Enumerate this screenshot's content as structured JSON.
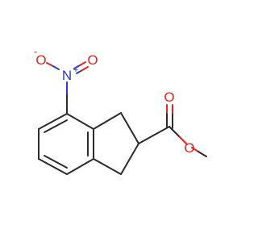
{
  "molecule": {
    "atoms": {
      "nitro_n": {
        "symbol": "N",
        "charge": "+",
        "color": "#2b3bd1"
      },
      "nitro_o_minus": {
        "symbol": "O",
        "charge": "-",
        "color": "#e8231f"
      },
      "nitro_o_double": {
        "symbol": "O",
        "color": "#e8231f"
      },
      "carbonyl_o": {
        "symbol": "O",
        "color": "#e8231f"
      },
      "ester_o": {
        "symbol": "O",
        "color": "#e8231f"
      }
    },
    "bond_color": "#2b2b2b"
  }
}
